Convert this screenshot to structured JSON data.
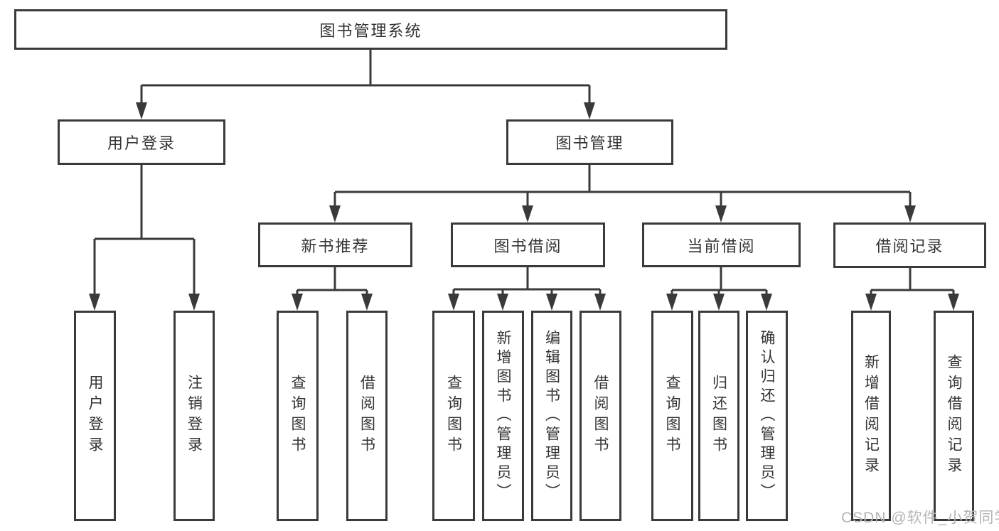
{
  "diagram": {
    "watermark": "CSDN @软件_小贺同学",
    "colors": {
      "line": "#3a3a3a",
      "box_border": "#3a3a3a",
      "box_fill": "#ffffff",
      "text": "#333333",
      "watermark": "#b5b5b5",
      "background": "#ffffff"
    },
    "tree": {
      "label": "图书管理系统",
      "children": [
        {
          "label": "用户登录",
          "children": [
            {
              "label": "用户登录"
            },
            {
              "label": "注销登录"
            }
          ]
        },
        {
          "label": "图书管理",
          "children": [
            {
              "label": "新书推荐",
              "children": [
                {
                  "label": "查询图书"
                },
                {
                  "label": "借阅图书"
                }
              ]
            },
            {
              "label": "图书借阅",
              "children": [
                {
                  "label": "查询图书"
                },
                {
                  "label": "新增图书（管理员）"
                },
                {
                  "label": "编辑图书（管理员）"
                },
                {
                  "label": "借阅图书"
                }
              ]
            },
            {
              "label": "当前借阅",
              "children": [
                {
                  "label": "查询图书"
                },
                {
                  "label": "归还图书"
                },
                {
                  "label": "确认归还（管理员）"
                }
              ]
            },
            {
              "label": "借阅记录",
              "children": [
                {
                  "label": "新增借阅记录"
                },
                {
                  "label": "查询借阅记录"
                }
              ]
            }
          ]
        }
      ]
    }
  }
}
